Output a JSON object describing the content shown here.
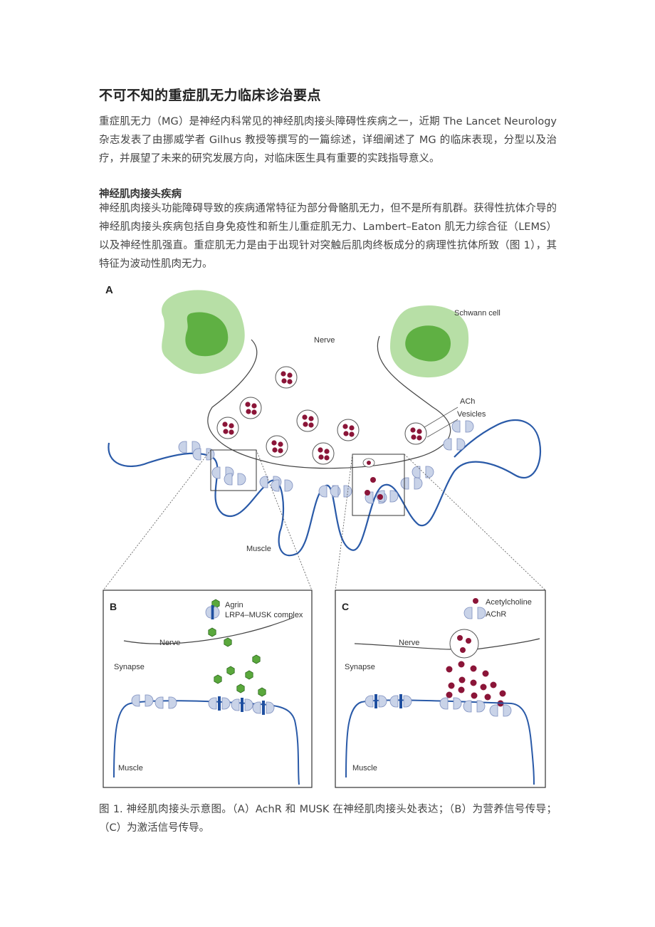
{
  "article": {
    "title": "不可不知的重症肌无力临床诊治要点",
    "intro": "重症肌无力（MG）是神经内科常见的神经肌肉接头障碍性疾病之一，近期 The Lancet Neurology 杂志发表了由挪威学者 Gilhus 教授等撰写的一篇综述，详细阐述了 MG 的临床表现，分型以及治疗，并展望了未来的研究发展方向，对临床医生具有重要的实践指导意义。",
    "section_heading": "神经肌肉接头疾病",
    "section_text": "神经肌肉接头功能障碍导致的疾病通常特征为部分骨骼肌无力，但不是所有肌群。获得性抗体介导的神经肌肉接头疾病包括自身免疫性和新生儿重症肌无力、Lambert–Eaton 肌无力综合征（LEMS）以及神经性肌强直。重症肌无力是由于出现针对突触后肌肉终板成分的病理性抗体所致（图 1），其特征为波动性肌肉无力。",
    "caption": "图 1. 神经肌肉接头示意图。（A）AchR 和 MUSK 在神经肌肉接头处表达；（B）为营养信号传导；（C）为激活信号传导。"
  },
  "figure": {
    "panel_a": {
      "letter": "A",
      "schwann_label": "Schwann cell",
      "nerve_label": "Nerve",
      "ach_label": "ACh",
      "vesicles_label": "Vesicles",
      "muscle_label": "Muscle"
    },
    "panel_b": {
      "letter": "B",
      "legend_agrin": "Agrin",
      "legend_complex": "LRP4–MUSK complex",
      "nerve_label": "Nerve",
      "synapse_label": "Synapse",
      "muscle_label": "Muscle"
    },
    "panel_c": {
      "letter": "C",
      "legend_ach": "Acetylcholine",
      "legend_achr": "AChR",
      "nerve_label": "Nerve",
      "synapse_label": "Synapse",
      "muscle_label": "Muscle"
    },
    "colors": {
      "schwann_outer": "#b7dfa6",
      "schwann_inner": "#5fb043",
      "vesicle_dot": "#8b1538",
      "muscle_line": "#2a5aa8",
      "receptor": "#c9d3e8",
      "agrin": "#5aa83c",
      "musk": "#1f4fa0"
    }
  }
}
